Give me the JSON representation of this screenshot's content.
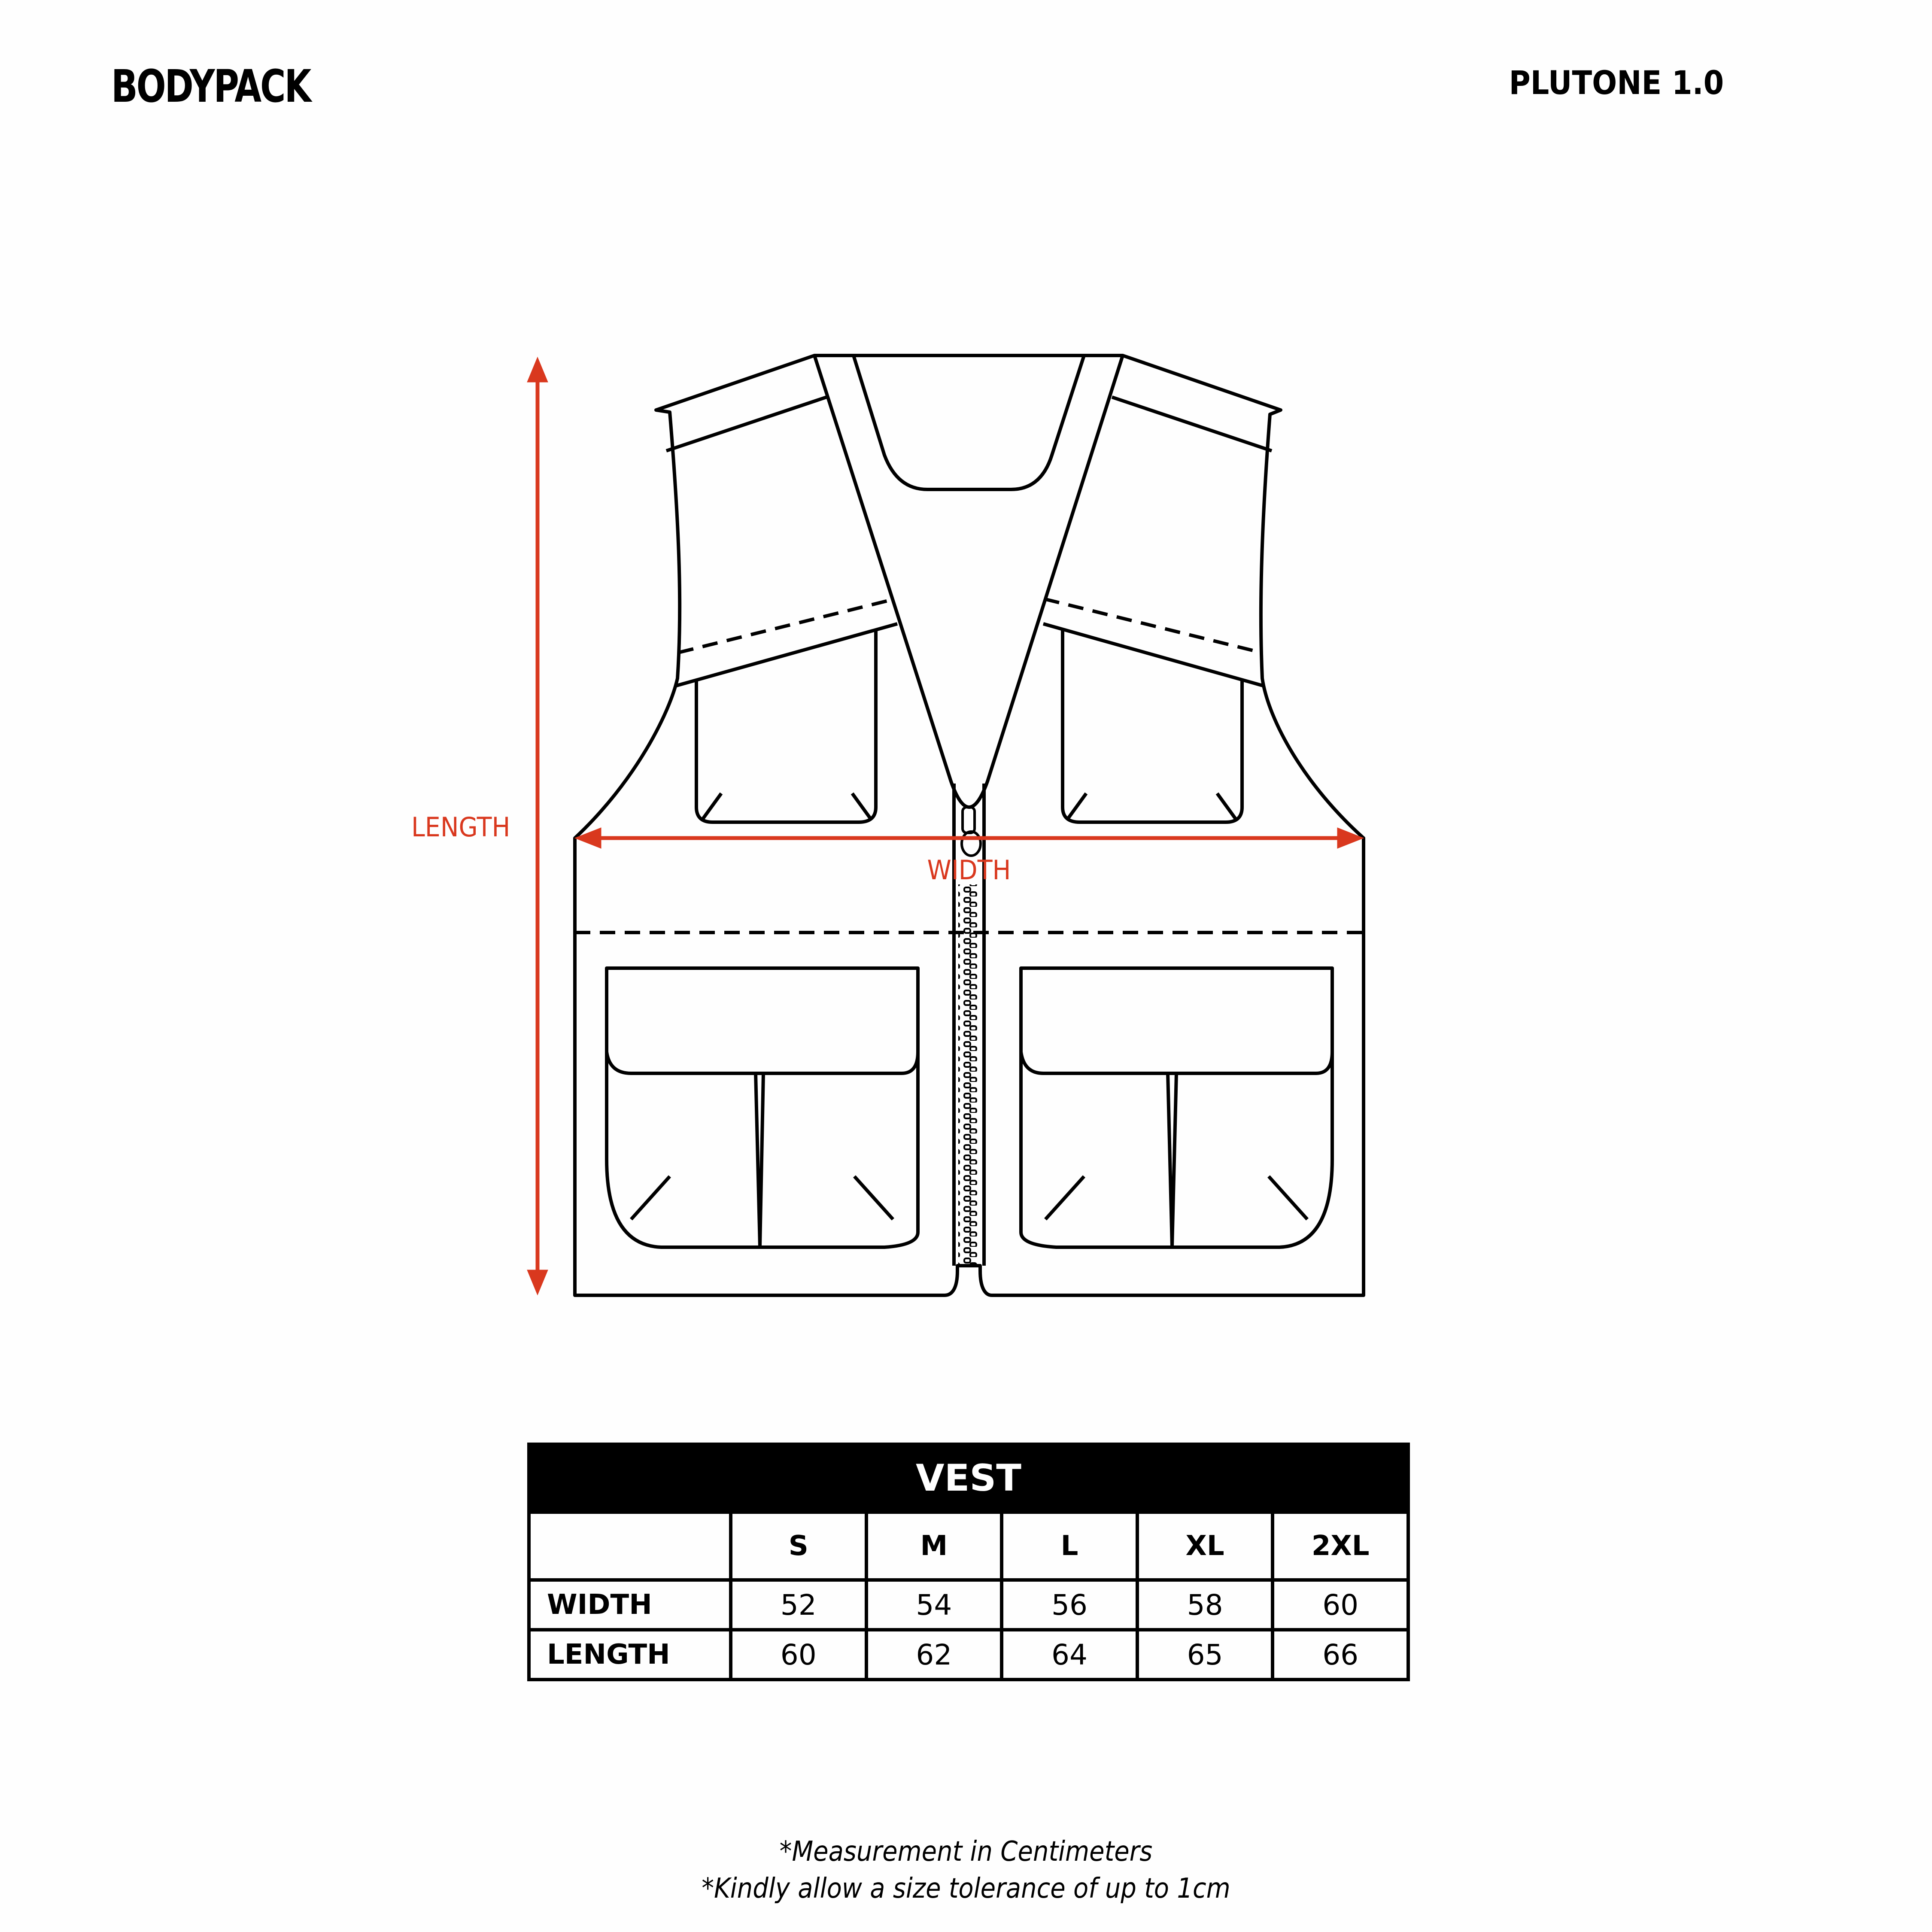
{
  "header": {
    "brand": "BODYPACK",
    "model": "PLUTONE 1.0"
  },
  "diagram": {
    "length_label": "LENGTH",
    "width_label": "WIDTH",
    "accent_color": "#d9381e"
  },
  "table": {
    "title": "VEST",
    "columns": [
      "",
      "S",
      "M",
      "L",
      "XL",
      "2XL"
    ],
    "rows": [
      {
        "label": "WIDTH",
        "values": [
          "52",
          "54",
          "56",
          "58",
          "60"
        ]
      },
      {
        "label": "LENGTH",
        "values": [
          "60",
          "62",
          "64",
          "65",
          "66"
        ]
      }
    ]
  },
  "notes": [
    "*Measurement in Centimeters",
    "*Kindly allow a size tolerance of up to 1cm"
  ]
}
